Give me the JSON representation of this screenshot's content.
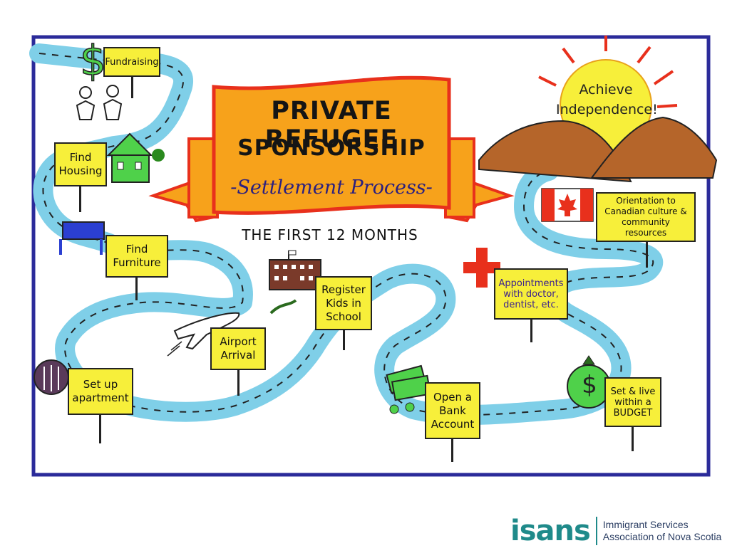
{
  "banner": {
    "title_line1": "PRIVATE REFUGEE",
    "title_line2": "SPONSORSHIP",
    "subtitle": "-Settlement Process-",
    "timeframe": "THE FIRST 12 MONTHS"
  },
  "goal": {
    "text": "Achieve\nIndependence!"
  },
  "steps": [
    {
      "id": "fundraising",
      "label": "Fundraising"
    },
    {
      "id": "find-housing",
      "label": "Find\nHousing"
    },
    {
      "id": "find-furniture",
      "label": "Find\nFurniture"
    },
    {
      "id": "airport-arrival",
      "label": "Airport\nArrival"
    },
    {
      "id": "set-up-apartment",
      "label": "Set up\napartment"
    },
    {
      "id": "register-kids",
      "label": "Register\nKids in\nSchool"
    },
    {
      "id": "open-bank-account",
      "label": "Open a\nBank\nAccount"
    },
    {
      "id": "appointments",
      "label": "Appointments\nwith doctor,\ndentist, etc."
    },
    {
      "id": "budget",
      "label": "Set & live\nwithin a\nBUDGET"
    },
    {
      "id": "orientation",
      "label": "Orientation to\nCanadian culture &\ncommunity resources"
    }
  ],
  "icons": {
    "money": "$",
    "budget_bag": "$"
  },
  "colors": {
    "frame": "#2b2b9a",
    "river": "#7fcfe8",
    "sign": "#f7ef3a",
    "banner_orange": "#f7a21b",
    "banner_red": "#e8301c",
    "sun": "#f7ef3a",
    "mountain": "#b5652a",
    "logo": "#1f8a8a"
  },
  "logo": {
    "wordmark": "isans",
    "line1": "Immigrant Services",
    "line2": "Association of Nova Scotia"
  }
}
